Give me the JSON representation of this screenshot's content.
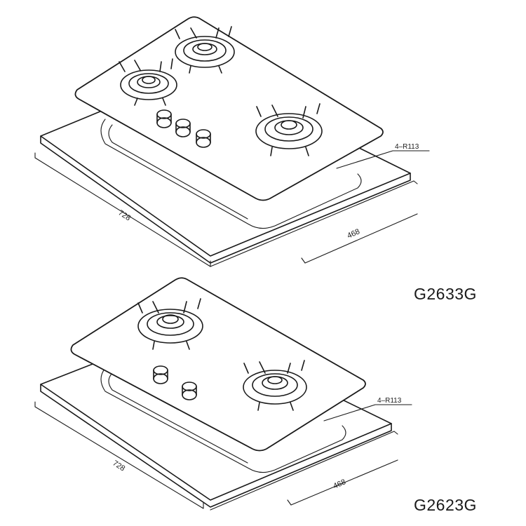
{
  "diagrams": [
    {
      "model": "G2633G",
      "dimension_width": "728",
      "dimension_depth": "468",
      "corner_note": "4–R113",
      "burners": 3,
      "knobs": 3
    },
    {
      "model": "G2623G",
      "dimension_width": "728",
      "dimension_depth": "468",
      "corner_note": "4–R113",
      "burners": 2,
      "knobs": 2
    }
  ]
}
